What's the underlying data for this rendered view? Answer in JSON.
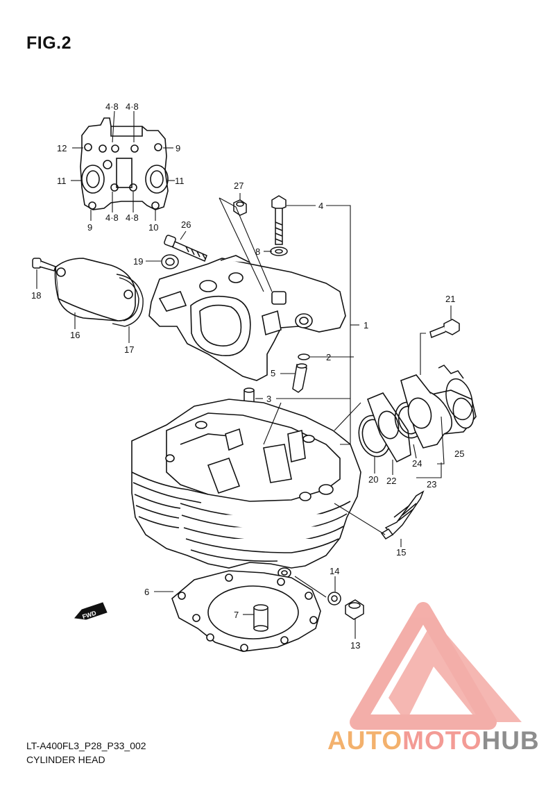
{
  "figure": {
    "title": "FIG.2",
    "model_code": "LT-A400FL3_P28_P33_002",
    "section_name": "CYLINDER HEAD"
  },
  "fwd_label": "FWD",
  "callouts": [
    {
      "id": "c-4-8-a",
      "text": "4·8"
    },
    {
      "id": "c-4-8-b",
      "text": "4·8"
    },
    {
      "id": "c-12",
      "text": "12"
    },
    {
      "id": "c-9-a",
      "text": "9"
    },
    {
      "id": "c-11-a",
      "text": "11"
    },
    {
      "id": "c-11-b",
      "text": "11"
    },
    {
      "id": "c-9-b",
      "text": "9"
    },
    {
      "id": "c-4-8-c",
      "text": "4·8"
    },
    {
      "id": "c-4-8-d",
      "text": "4·8"
    },
    {
      "id": "c-10",
      "text": "10"
    },
    {
      "id": "c-27",
      "text": "27"
    },
    {
      "id": "c-4",
      "text": "4"
    },
    {
      "id": "c-26",
      "text": "26"
    },
    {
      "id": "c-8",
      "text": "8"
    },
    {
      "id": "c-19",
      "text": "19"
    },
    {
      "id": "c-18",
      "text": "18"
    },
    {
      "id": "c-16",
      "text": "16"
    },
    {
      "id": "c-17",
      "text": "17"
    },
    {
      "id": "c-1",
      "text": "1"
    },
    {
      "id": "c-21",
      "text": "21"
    },
    {
      "id": "c-2",
      "text": "2"
    },
    {
      "id": "c-5",
      "text": "5"
    },
    {
      "id": "c-3",
      "text": "3"
    },
    {
      "id": "c-25",
      "text": "25"
    },
    {
      "id": "c-20",
      "text": "20"
    },
    {
      "id": "c-22",
      "text": "22"
    },
    {
      "id": "c-24",
      "text": "24"
    },
    {
      "id": "c-23",
      "text": "23"
    },
    {
      "id": "c-15",
      "text": "15"
    },
    {
      "id": "c-14",
      "text": "14"
    },
    {
      "id": "c-6",
      "text": "6"
    },
    {
      "id": "c-7",
      "text": "7"
    },
    {
      "id": "c-13",
      "text": "13"
    }
  ],
  "watermark": {
    "part1": "AUTO",
    "part2": "MOTO",
    "part3": "HUB",
    "colors": {
      "auto": "#f3b16d",
      "moto": "#f39b95",
      "hub": "#8d8d8d",
      "logo": "#f2a19b"
    }
  }
}
